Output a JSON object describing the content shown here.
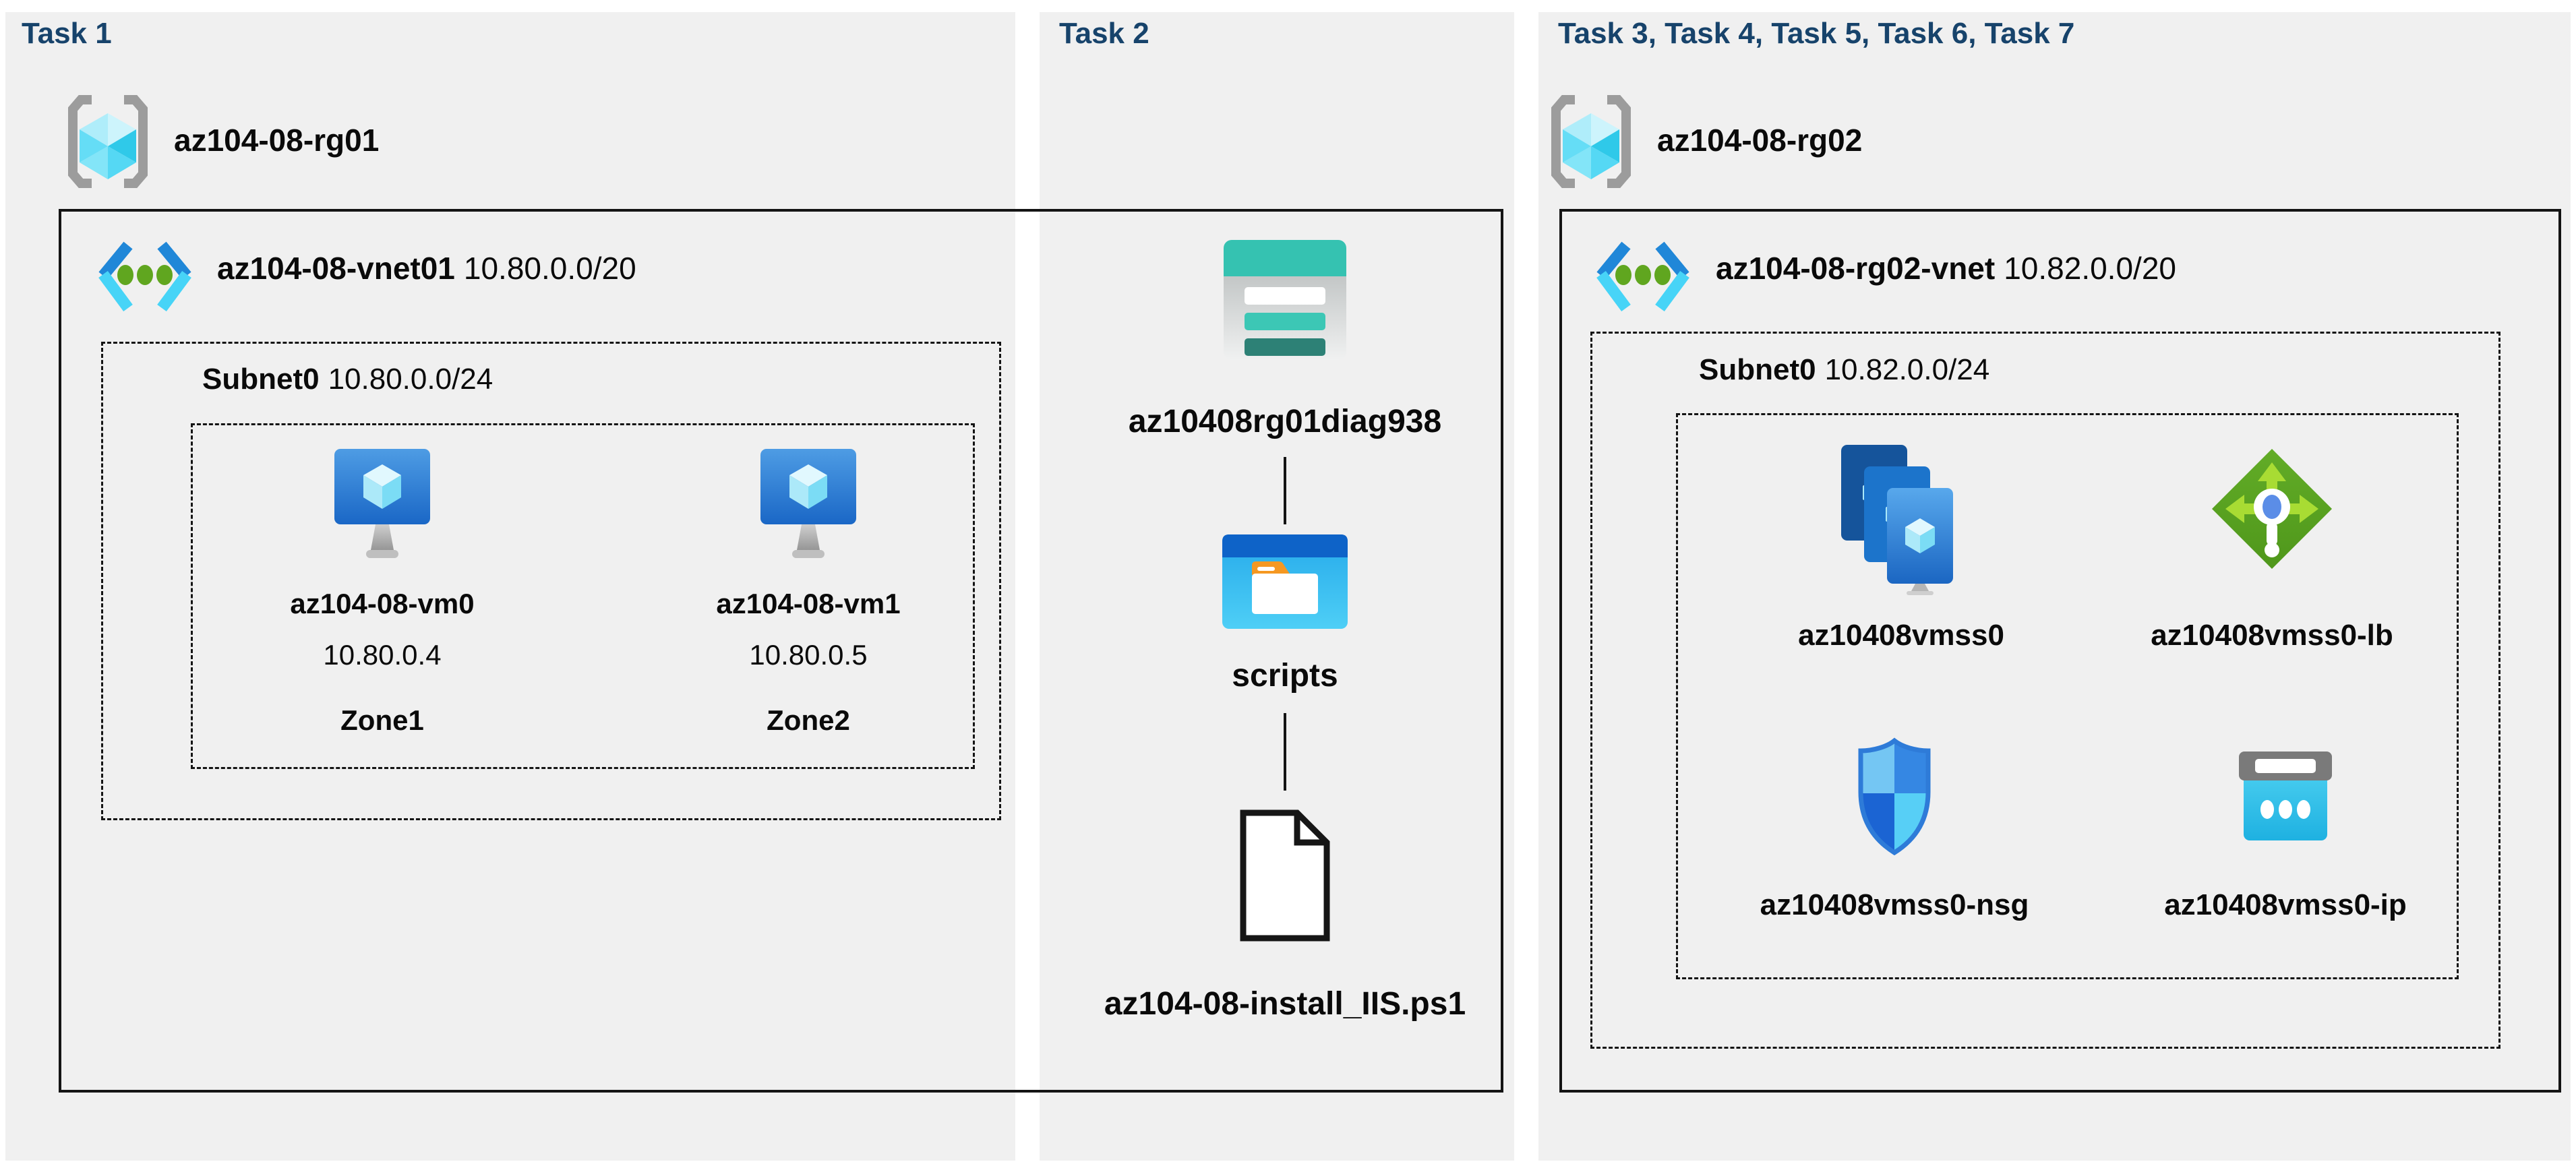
{
  "colors": {
    "title": "#17436B",
    "panel_bg": "#F0F0F0",
    "outline": "#141414",
    "vnet_blue": "#2087D8",
    "vnet_cyan": "#47D4F7",
    "lb_green": "#57A221",
    "storage_teal": "#35C2B1"
  },
  "task1": {
    "title": "Task 1",
    "resource_group": "az104-08-rg01",
    "vnet_name": "az104-08-vnet01",
    "vnet_cidr": "10.80.0.0/20",
    "subnet_name": "Subnet0",
    "subnet_cidr": "10.80.0.0/24",
    "vms": [
      {
        "name": "az104-08-vm0",
        "ip": "10.80.0.4",
        "zone": "Zone1"
      },
      {
        "name": "az104-08-vm1",
        "ip": "10.80.0.5",
        "zone": "Zone2"
      }
    ]
  },
  "task2": {
    "title": "Task 2",
    "storage_account": "az10408rg01diag938",
    "folder": "scripts",
    "script_file": "az104-08-install_IIS.ps1"
  },
  "task3": {
    "title": "Task 3, Task 4, Task 5, Task 6, Task 7",
    "resource_group": "az104-08-rg02",
    "vnet_name": "az104-08-rg02-vnet",
    "vnet_cidr": "10.82.0.0/20",
    "subnet_name": "Subnet0",
    "subnet_cidr": "10.82.0.0/24",
    "resources": [
      {
        "name": "az10408vmss0",
        "type": "vm-scale-set"
      },
      {
        "name": "az10408vmss0-lb",
        "type": "load-balancer"
      },
      {
        "name": "az10408vmss0-nsg",
        "type": "network-security-group"
      },
      {
        "name": "az10408vmss0-ip",
        "type": "public-ip"
      }
    ]
  }
}
